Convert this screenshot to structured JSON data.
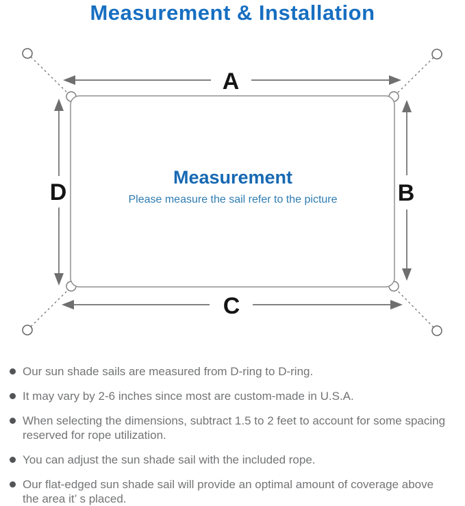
{
  "header": {
    "title": "Measurement & Installation"
  },
  "diagram": {
    "side_labels": {
      "top": "A",
      "right": "B",
      "bottom": "C",
      "left": "D"
    },
    "center": {
      "title": "Measurement",
      "subtitle": "Please measure the sail refer to the picture"
    },
    "colors": {
      "title_blue": "#176fc1",
      "center_blue": "#1769b3",
      "subtitle_blue": "#2e7cb2",
      "line_gray": "#6f6f6f",
      "label_black": "#141414",
      "note_gray": "#737476"
    }
  },
  "notes": {
    "items": [
      {
        "text": "Our sun shade sails are measured from D-ring to D-ring."
      },
      {
        "text": "It may vary by 2-6 inches since most are custom-made in U.S.A."
      },
      {
        "text": "When selecting the dimensions, subtract 1.5 to 2 feet to account for some spacing reserved for rope utilization."
      },
      {
        "text": "You can adjust the sun shade sail with the included rope."
      },
      {
        "text": "Our flat-edged sun shade sail will provide an optimal amount of coverage above the area it’ s placed."
      }
    ]
  }
}
